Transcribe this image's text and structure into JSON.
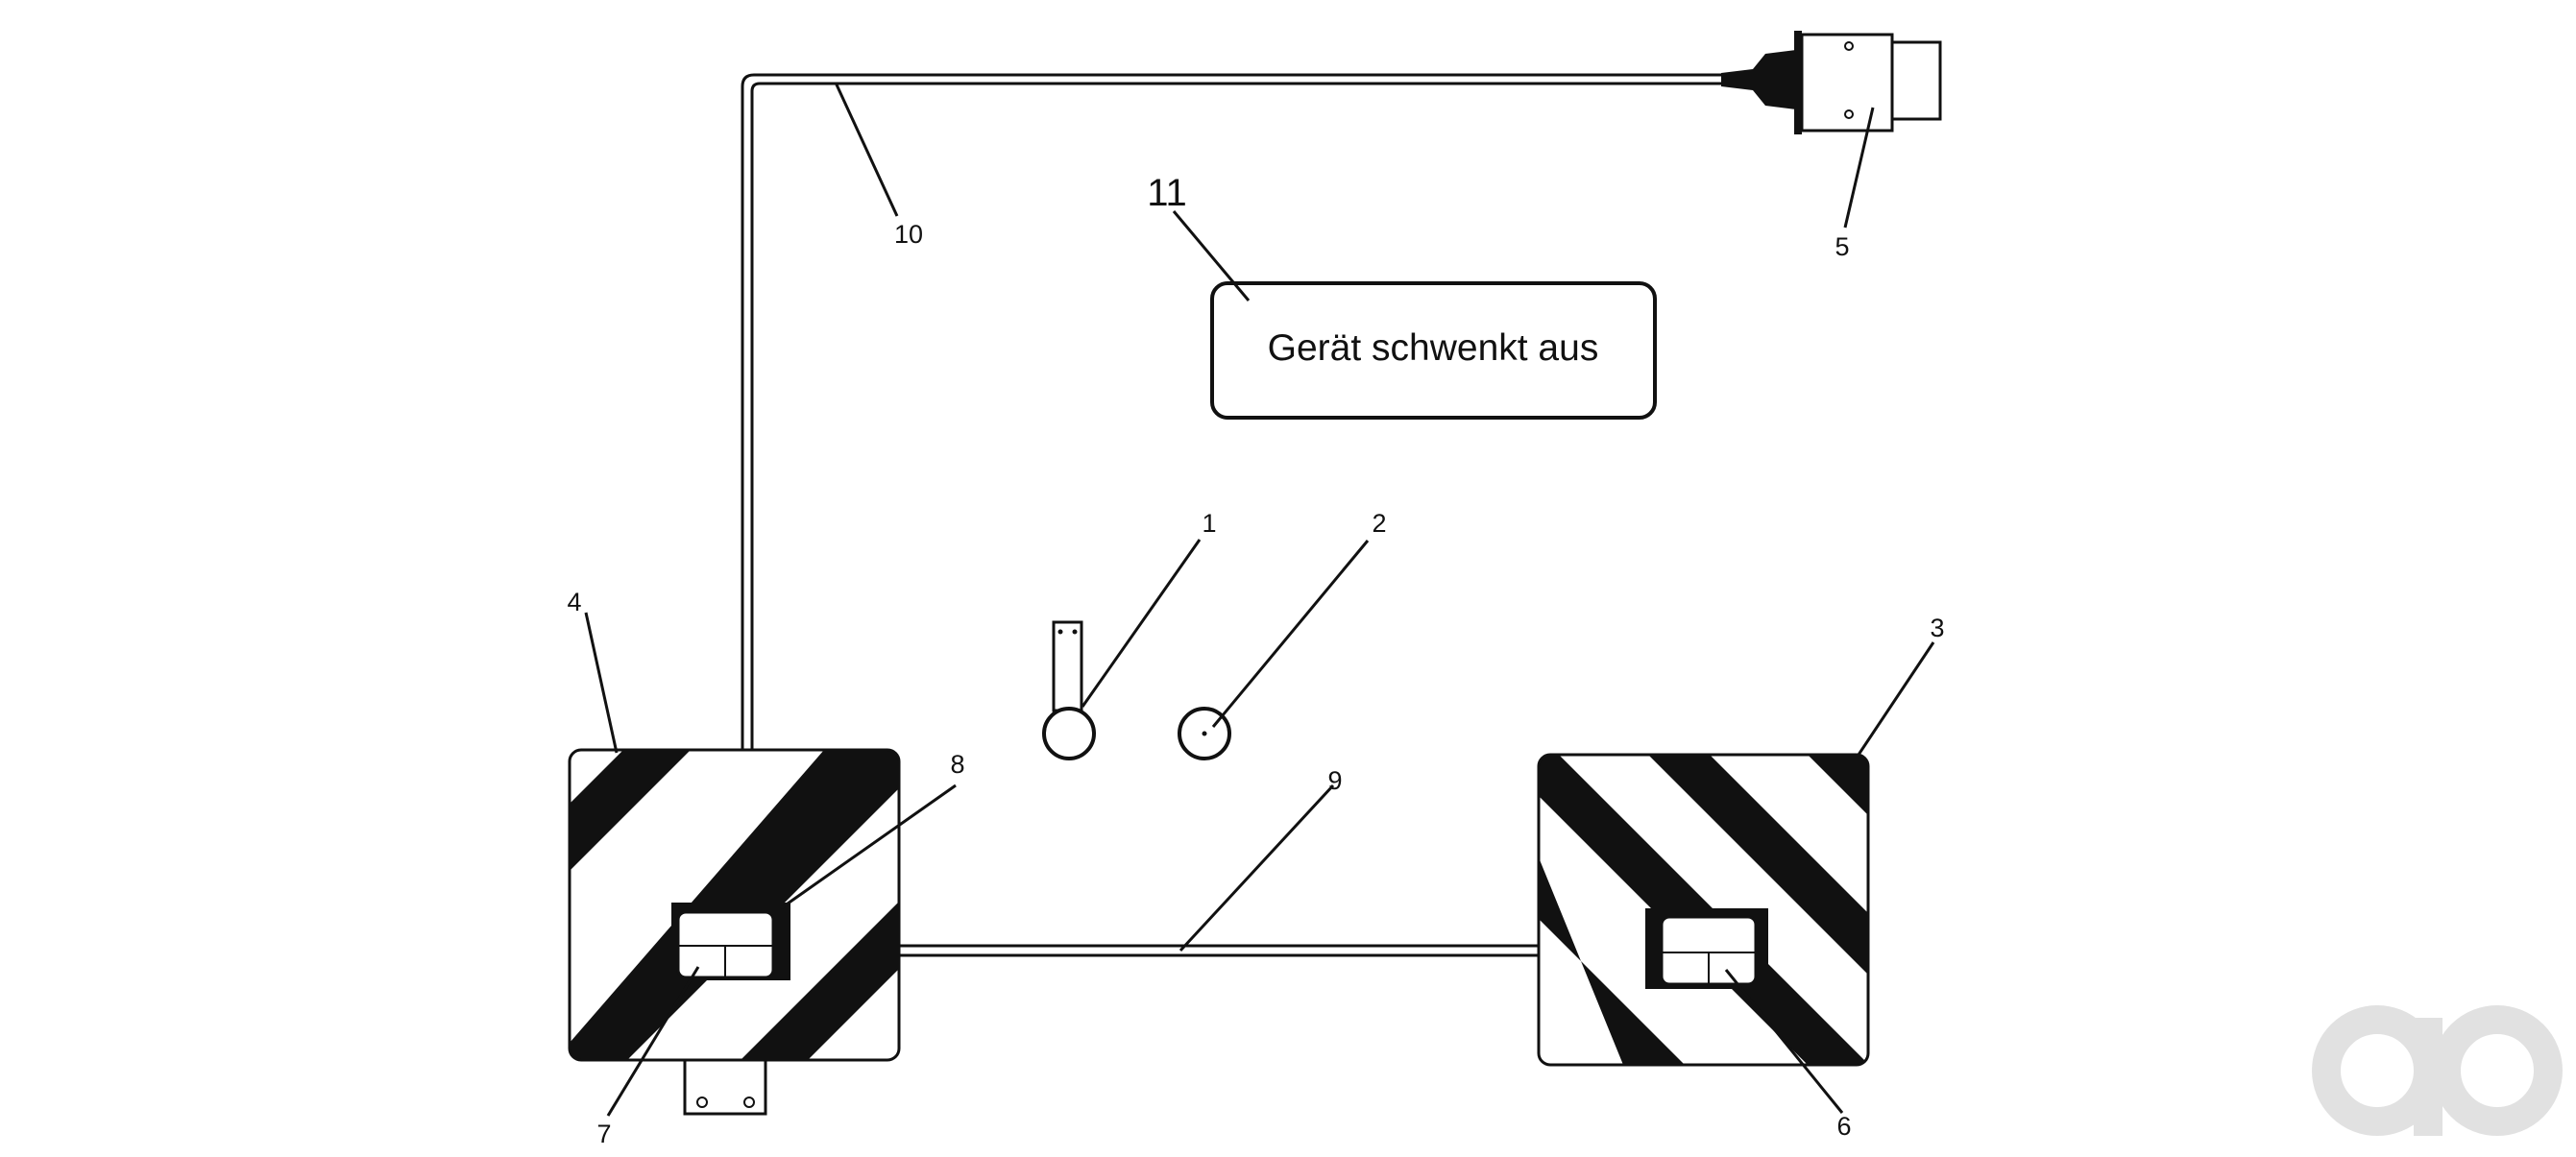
{
  "diagram": {
    "message_box": {
      "text": "Gerät schwenkt aus",
      "number": "11"
    },
    "labels": {
      "lever": "1",
      "lamp": "2",
      "right_panel": "3",
      "left_panel": "4",
      "plug": "5",
      "right_light": "6",
      "left_light": "7",
      "left_light_housing": "8",
      "connecting_cable": "9",
      "supply_cable": "10"
    }
  },
  "watermark": {
    "logo": "ao"
  },
  "colors": {
    "ink": "#111111",
    "watermark": "#e1e1e1",
    "background": "#ffffff"
  }
}
